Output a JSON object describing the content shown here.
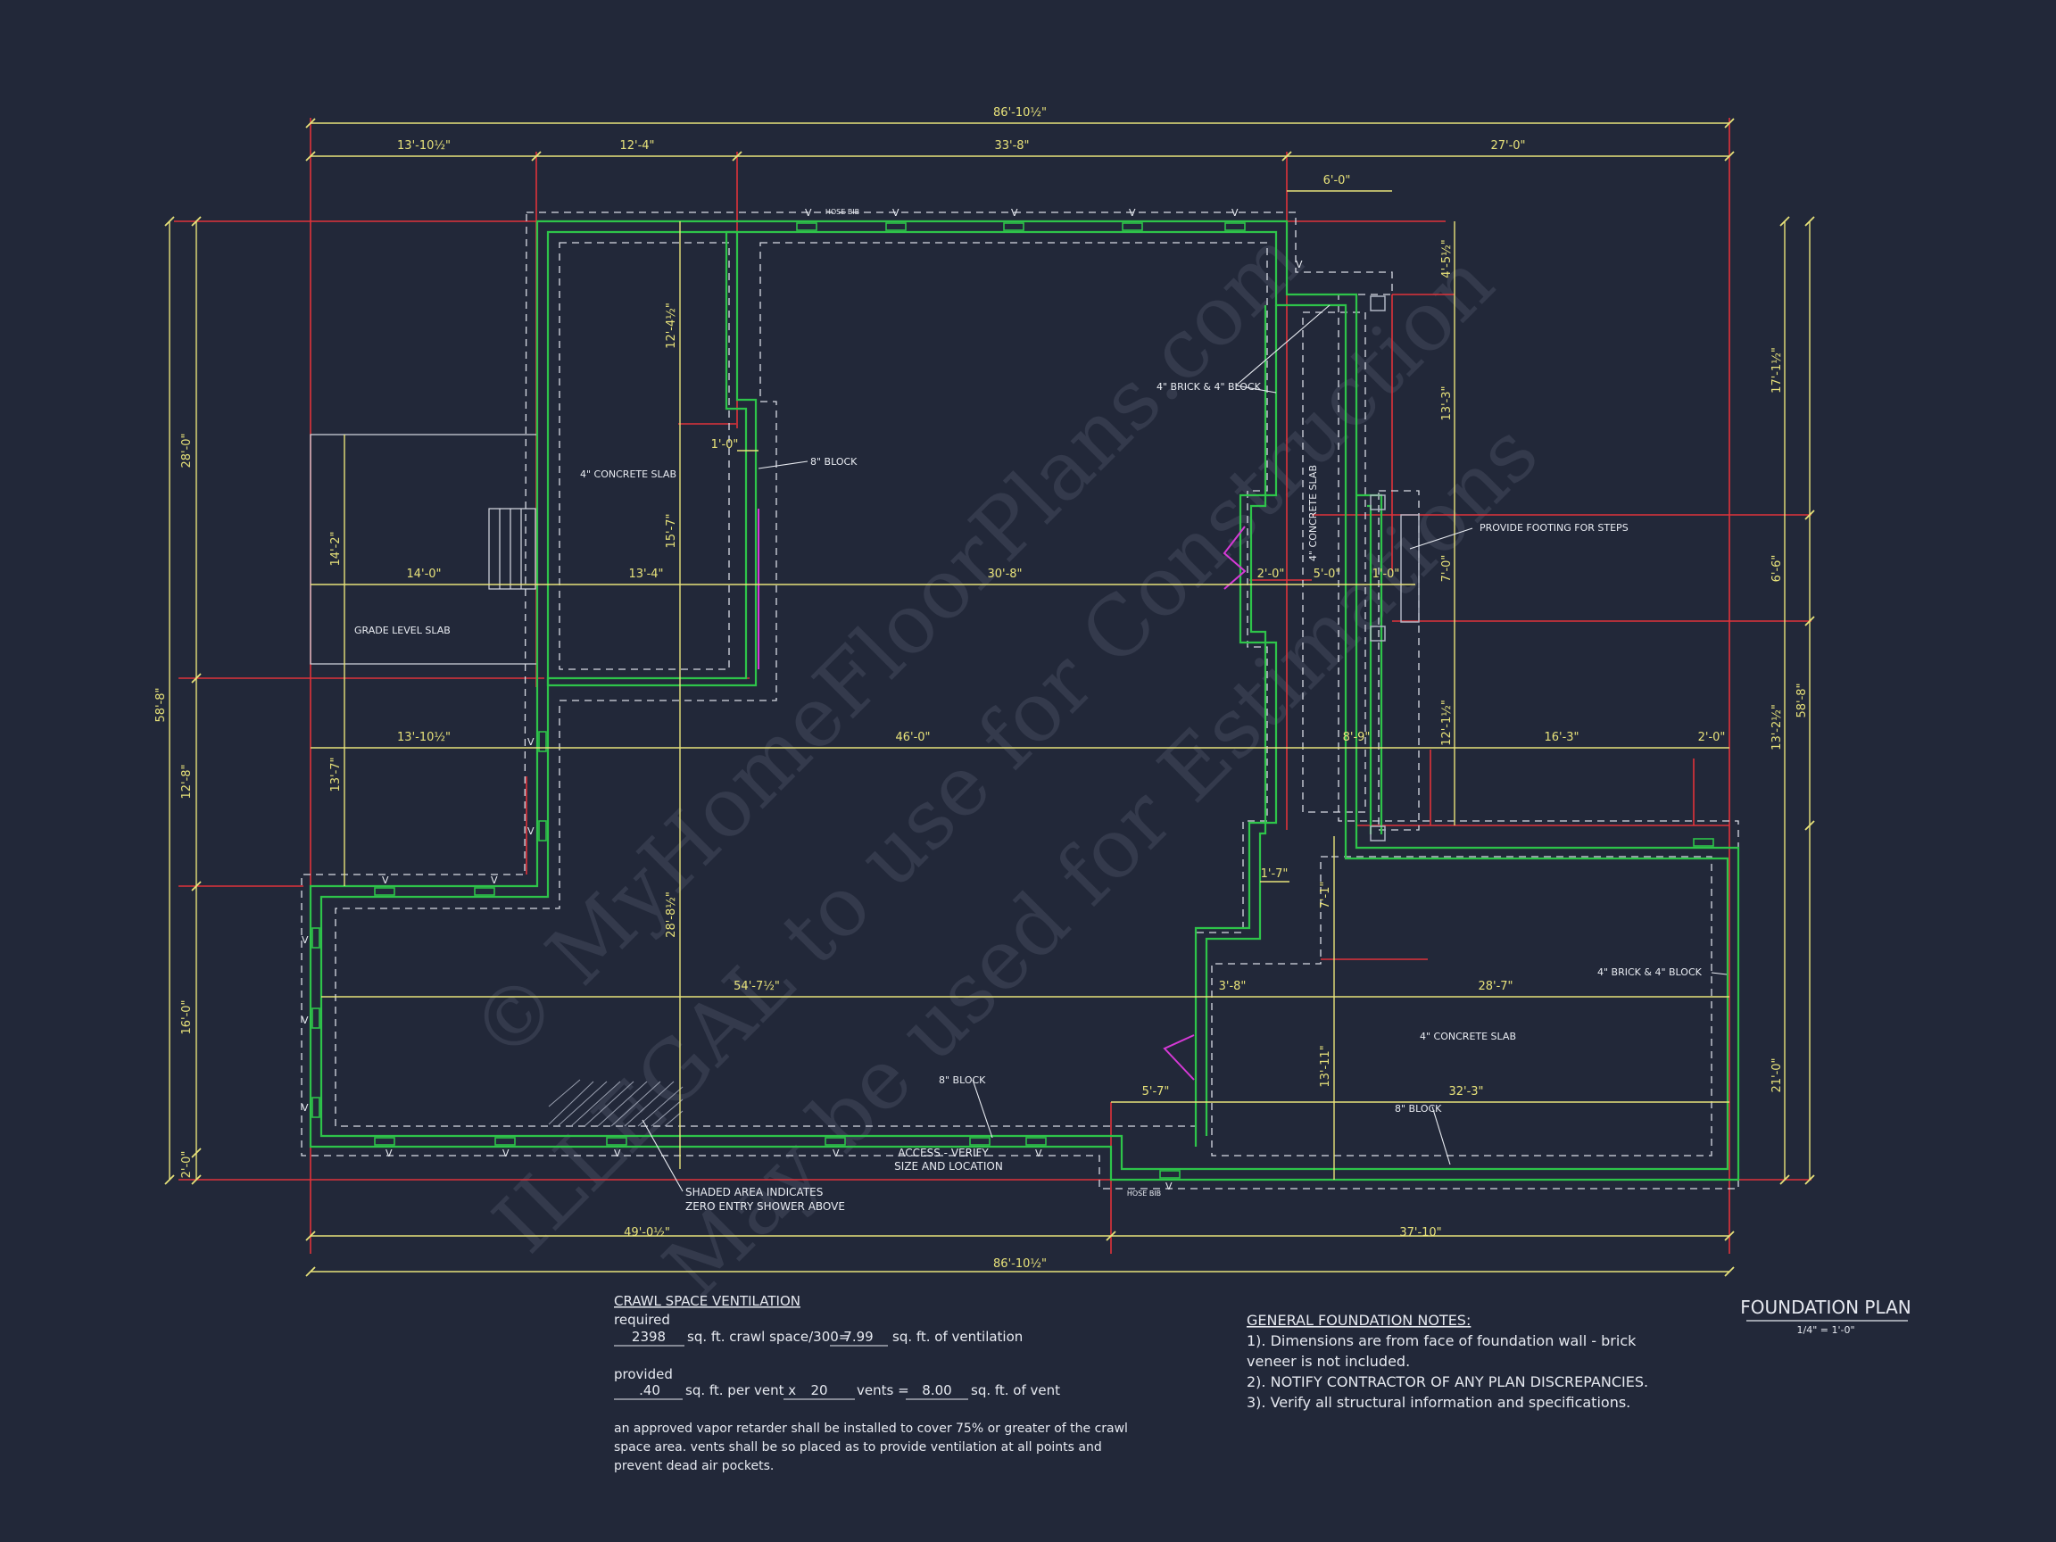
{
  "watermark": {
    "line1": "© MyHomeFloorPlans.com",
    "line2": "ILLEGAL to use for Construction",
    "line3": "May be used for Estimations"
  },
  "colors": {
    "background": "#222839",
    "dimension": "#e8e27a",
    "grid": "#e0333a",
    "foundation_wall": "#2ec44a",
    "footing_dashed": "#d8dbe4",
    "door_swing": "#d639d6"
  },
  "dimensions": {
    "top_overall": "86'-10½\"",
    "top_1": "13'-10½\"",
    "top_2": "12'-4\"",
    "top_3": "33'-8\"",
    "top_4": "27'-0\"",
    "top_stoop": "6'-0\"",
    "bottom_overall": "86'-10½\"",
    "bottom_1": "49'-0½\"",
    "bottom_2": "37'-10\"",
    "left_overall": "58'-8\"",
    "left_1": "28'-0\"",
    "left_2": "12'-8\"",
    "left_3": "16'-0\"",
    "left_4": "2'-0\"",
    "left_porch": "14'-2\"",
    "left_lower": "13'-7\"",
    "right_overall": "58'-8\"",
    "right_1": "17'-1½\"",
    "right_2": "6'-6\"",
    "right_3": "13'-2½\"",
    "right_4": "21'-0\"",
    "right_inner_1": "4'-5½\"",
    "right_inner_2": "13'-3\"",
    "right_inner_3": "7'-0\"",
    "right_inner_4": "12'-1½\"",
    "mid_row_1": "14'-0\"",
    "mid_row_2": "13'-4\"",
    "mid_row_3": "30'-8\"",
    "mid_row_4": "2'-0\"",
    "mid_row_5": "5'-0\"",
    "mid_row_6": "1'-0\"",
    "row2_1": "13'-10½\"",
    "row2_2": "46'-0\"",
    "row2_3": "8'-9\"",
    "row2_4": "16'-3\"",
    "row2_5": "2'-0\"",
    "row3_1": "54'-7½\"",
    "row3_2": "3'-8\"",
    "row3_3": "28'-7\"",
    "row4_1": "5'-7\"",
    "row4_2": "32'-3\"",
    "small_1": "1'-0\"",
    "small_2": "1'-7\"",
    "vert_1": "12'-4½\"",
    "vert_2": "15'-7\"",
    "vert_3": "28'-8½\"",
    "vert_4": "7'-1\"",
    "vert_5": "13'-11\""
  },
  "labels": {
    "concrete_slab_left": "4\" CONCRETE SLAB",
    "concrete_slab_right": "4\" CONCRETE SLAB",
    "concrete_slab_vertical": "4\" CONCRETE SLAB",
    "grade_level_slab": "GRADE LEVEL SLAB",
    "block_8_1": "8\" BLOCK",
    "block_8_2": "8\" BLOCK",
    "block_8_3": "8\" BLOCK",
    "brick_block_1": "4\" BRICK & 4\" BLOCK",
    "brick_block_2": "4\" BRICK & 4\" BLOCK",
    "footing_steps": "PROVIDE FOOTING FOR STEPS",
    "hose_bib_top": "HOSE BIB",
    "hose_bib_bottom": "HOSE BIB",
    "access_1": "ACCESS - VERIFY",
    "access_2": "SIZE AND LOCATION",
    "shaded_1": "SHADED AREA INDICATES",
    "shaded_2": "ZERO ENTRY SHOWER ABOVE",
    "vent_mark": "V"
  },
  "ventilation": {
    "title": "CRAWL SPACE  VENTILATION",
    "required_label": "required",
    "area": "2398",
    "line1_mid": "sq. ft. crawl space/300=",
    "required_vent": "7.99",
    "line1_end": "sq. ft. of ventilation",
    "provided_label": "provided",
    "per_vent": ".40",
    "line2_a": "sq. ft. per vent x",
    "vent_count": "20",
    "line2_b": "vents =",
    "provided_vent": "8.00",
    "line2_c": "sq. ft. of vent",
    "note1": "an approved vapor retarder shall be installed to cover 75% or greater of the crawl",
    "note2": "space area. vents shall be so placed as to provide ventilation at all points and",
    "note3": "prevent dead air pockets."
  },
  "general_notes": {
    "title": "GENERAL FOUNDATION NOTES:",
    "n1a": "1). Dimensions are from face of foundation wall - brick",
    "n1b": "veneer is not included.",
    "n2": "2). NOTIFY CONTRACTOR OF ANY PLAN DISCREPANCIES.",
    "n3": "3). Verify all structural information and specifications."
  },
  "title_block": {
    "title": "FOUNDATION  PLAN",
    "scale": "1/4\" = 1'-0\""
  }
}
